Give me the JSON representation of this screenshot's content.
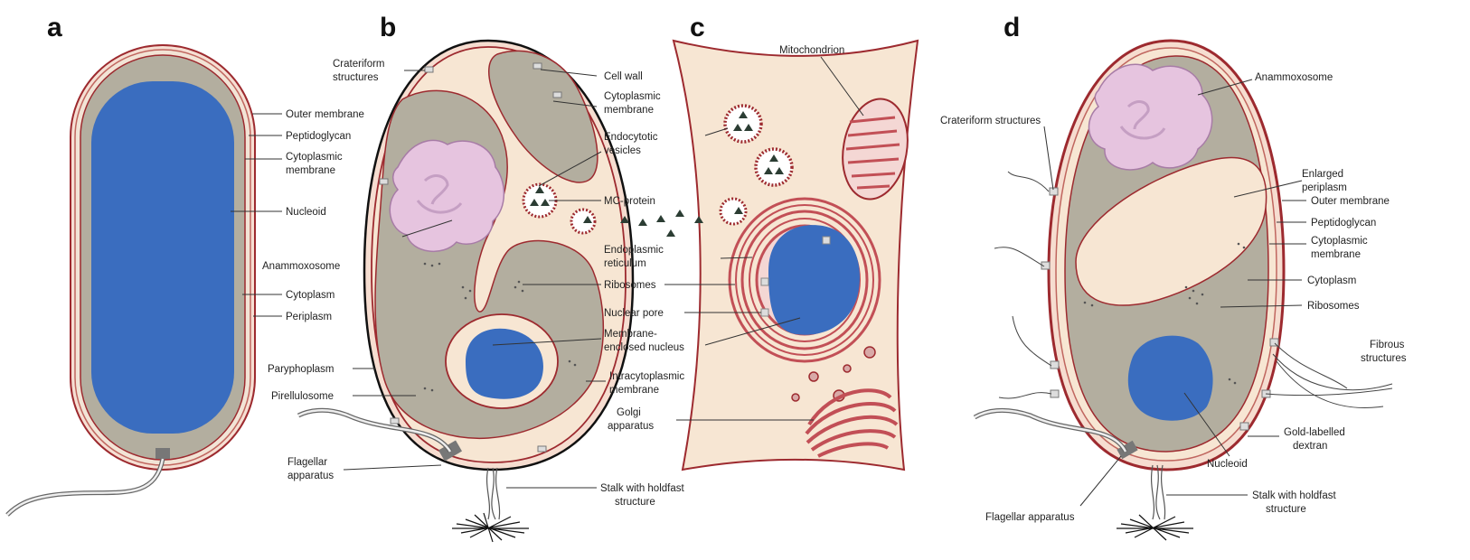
{
  "panels": {
    "a": {
      "letter": "a",
      "labels": {
        "outer_membrane": "Outer membrane",
        "peptidoglycan": "Peptidoglycan",
        "cytoplasmic_membrane_1": "Cytoplasmic",
        "cytoplasmic_membrane_2": "membrane",
        "nucleoid": "Nucleoid",
        "anammoxosome": "Anammoxosome",
        "cytoplasm": "Cytoplasm",
        "periplasm": "Periplasm"
      }
    },
    "b": {
      "letter": "b",
      "labels": {
        "crateriform_1": "Crateriform",
        "crateriform_2": "structures",
        "cell_wall": "Cell wall",
        "cytoplasmic_membrane_1": "Cytoplasmic",
        "cytoplasmic_membrane_2": "membrane",
        "endocytotic_1": "Endocytotic",
        "endocytotic_2": "vesicles",
        "mc_protein": "MC-protein",
        "endoplasmic_1": "Endoplasmic",
        "endoplasmic_2": "reticulum",
        "ribosomes": "Ribosomes",
        "nuclear_pore": "Nuclear pore",
        "membrane_nucleus_1": "Membrane-",
        "membrane_nucleus_2": "enclosed nucleus",
        "paryphoplasm": "Paryphoplasm",
        "pirellulosome": "Pirellulosome",
        "intracytoplasmic_1": "Intracytoplasmic",
        "intracytoplasmic_2": "membrane",
        "golgi_1": "Golgi",
        "golgi_2": "apparatus",
        "flagellar_1": "Flagellar",
        "flagellar_2": "apparatus",
        "stalk_1": "Stalk with holdfast",
        "stalk_2": "structure"
      }
    },
    "c": {
      "letter": "c",
      "labels": {
        "mitochondrion": "Mitochondrion"
      }
    },
    "d": {
      "letter": "d",
      "labels": {
        "anammoxosome": "Anammoxosome",
        "crateriform": "Crateriform structures",
        "enlarged_1": "Enlarged",
        "enlarged_2": "periplasm",
        "outer_membrane": "Outer membrane",
        "peptidoglycan": "Peptidoglycan",
        "cytoplasmic_1": "Cytoplasmic",
        "cytoplasmic_2": "membrane",
        "cytoplasm": "Cytoplasm",
        "ribosomes": "Ribosomes",
        "fibrous_1": "Fibrous",
        "fibrous_2": "structures",
        "gold_1": "Gold-labelled",
        "gold_2": "dextran",
        "nucleoid": "Nucleoid",
        "flagellar": "Flagellar apparatus",
        "stalk_1": "Stalk with holdfast",
        "stalk_2": "structure"
      }
    }
  },
  "colors": {
    "cytoplasm": "#b3ae9f",
    "envelope_fill": "#f7e6d3",
    "membrane": "#9d2a2f",
    "nucleus_blue": "#3a6dbf",
    "anammoxosome_pink": "#e6c4df",
    "anammoxosome_stroke": "#a77ca6"
  }
}
